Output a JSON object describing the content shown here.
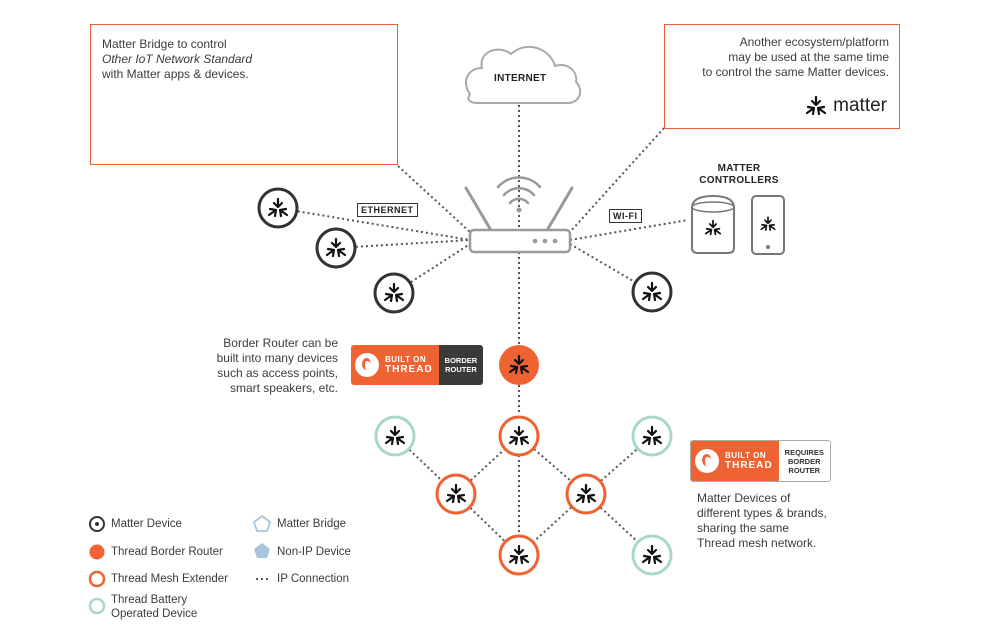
{
  "colors": {
    "accent": "#ef6232",
    "box_border": "#e8603a",
    "matter_device": "#333333",
    "thread_battery": "#a9d8c3",
    "bridge_blue": "#a8c4e0",
    "line": "#555555"
  },
  "bridge_box": {
    "line1": "Matter Bridge to control",
    "line2": "Other IoT Network Standard",
    "line3": "with Matter apps & devices."
  },
  "ecosystem_box": {
    "line1": "Another ecosystem/platform",
    "line2": "may be used at the same time",
    "line3": "to control the same Matter devices.",
    "logo_text": "matter"
  },
  "internet_label": "INTERNET",
  "controllers_label_1": "MATTER",
  "controllers_label_2": "CONTROLLERS",
  "ethernet_tag": "ETHERNET",
  "wifi_tag": "WI-FI",
  "border_router_note": {
    "line1": "Border Router can be",
    "line2": "built into many devices",
    "line3": "such as access points,",
    "line4": "smart speakers, etc."
  },
  "badge_border_router": {
    "built_on": "BUILT ON",
    "thread": "THREAD",
    "right_1": "BORDER",
    "right_2": "ROUTER"
  },
  "badge_requires": {
    "built_on": "BUILT ON",
    "thread": "THREAD",
    "right_1": "REQUIRES",
    "right_2": "BORDER",
    "right_3": "ROUTER"
  },
  "mesh_note": {
    "line1": "Matter Devices of",
    "line2": "different types & brands,",
    "line3": "sharing the same",
    "line4": "Thread mesh network."
  },
  "legend": {
    "matter_device": "Matter Device",
    "thread_border_router": "Thread Border Router",
    "thread_mesh_extender": "Thread Mesh Extender",
    "thread_battery_1": "Thread Battery",
    "thread_battery_2": "Operated Device",
    "matter_bridge": "Matter Bridge",
    "non_ip_device": "Non-IP Device",
    "ip_connection": "IP Connection"
  }
}
